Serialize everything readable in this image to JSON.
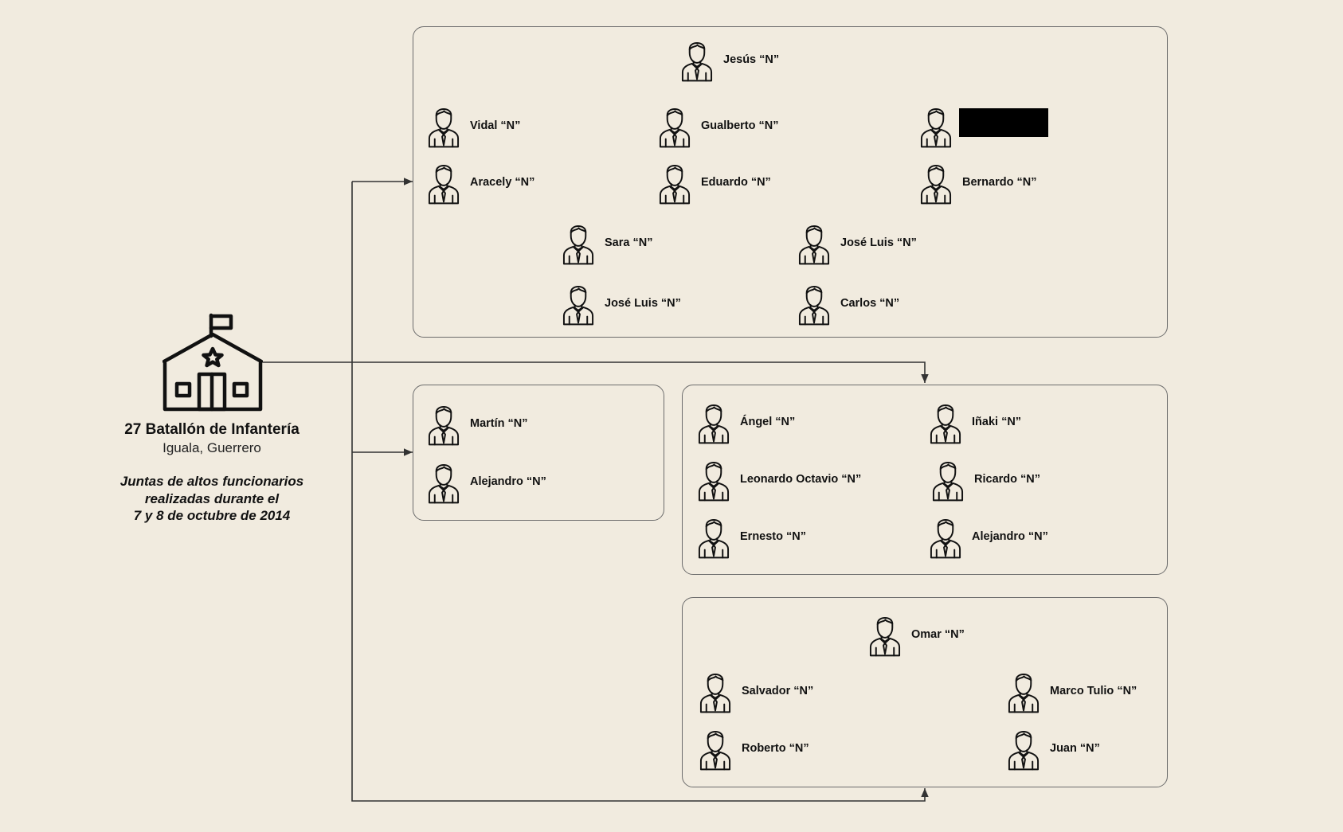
{
  "organization": {
    "title": "27 Batallón de Infantería",
    "location": "Iguala, Guerrero",
    "description_lines": [
      "Juntas de altos funcionarios",
      "realizadas durante el",
      "7 y 8 de octubre de 2014"
    ]
  },
  "groups": {
    "top": {
      "lead": "Jesús “N”",
      "row1": [
        "Vidal “N”",
        "Gualberto “N”"
      ],
      "row2": [
        "Aracely  “N”",
        "Eduardo “N”",
        "Bernardo “N”"
      ],
      "row3": [
        "Sara “N”",
        "José Luis “N”"
      ],
      "row4": [
        "José Luis “N”",
        "Carlos “N”"
      ]
    },
    "middle_left": {
      "members": [
        "Martín “N”",
        "Alejandro “N”"
      ]
    },
    "middle_right": {
      "left_column": [
        "Ángel “N”",
        "Leonardo Octavio “N”",
        "Ernesto “N”"
      ],
      "right_column": [
        "Iñaki “N”",
        "Ricardo “N”",
        "Alejandro “N”"
      ]
    },
    "bottom": {
      "lead": "Omar “N”",
      "left_column": [
        "Salvador  “N”",
        "Roberto  “N”"
      ],
      "right_column": [
        "Marco Tulio  “N”",
        "Juan  “N”"
      ]
    }
  },
  "colors": {
    "background": "#f1ebdf",
    "line": "#333333",
    "box_border": "#6c6c6c",
    "redaction": "#000000"
  },
  "icons": {
    "person": "person-with-tie-icon",
    "building": "school-building-icon"
  }
}
